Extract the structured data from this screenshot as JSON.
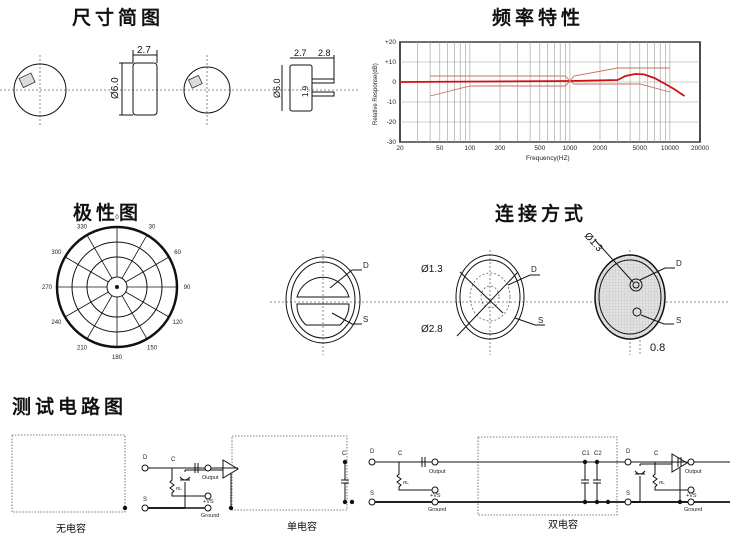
{
  "sections": {
    "dimensions_title": "尺寸简图",
    "frequency_title": "频率特性",
    "polar_title": "极性图",
    "connection_title": "连接方式",
    "test_circuit_title": "测试电路图"
  },
  "dimensions": {
    "thickness_1": "2.7",
    "diameter_1": "Ø6.0",
    "thickness_2": "2.7",
    "pin_length": "2.8",
    "diameter_2": "Ø6.0",
    "pin_spacing": "1.9"
  },
  "polar": {
    "angles": [
      "0",
      "30",
      "60",
      "90",
      "120",
      "150",
      "180",
      "210",
      "240",
      "270",
      "300",
      "330"
    ]
  },
  "connection": {
    "d_label": "D",
    "s_label": "S",
    "dia_small": "Ø1.3",
    "dia_large": "Ø2.8",
    "dia_pin": "Ø1.3",
    "pin_offset": "0.8"
  },
  "circuits": {
    "labels": {
      "d": "D",
      "s": "S",
      "c": "C",
      "r": "RL",
      "output": "Output",
      "vs": "+VS",
      "ground": "Ground",
      "c1": "C1",
      "c2": "C2"
    },
    "captions": [
      "无电容",
      "单电容",
      "双电容"
    ]
  },
  "chart_data": {
    "type": "line",
    "title": "频率特性",
    "xlabel": "Frequency(HZ)",
    "ylabel": "Relative Response(dB)",
    "xscale": "log",
    "xlim": [
      20,
      20000
    ],
    "ylim": [
      -30,
      20
    ],
    "xticks": [
      "20",
      "50",
      "100",
      "200",
      "500",
      "1000",
      "2000",
      "5000",
      "10000",
      "20000"
    ],
    "xtick_values": [
      20,
      50,
      100,
      200,
      500,
      1000,
      2000,
      5000,
      10000,
      20000
    ],
    "yticks": [
      "+20",
      "+10",
      "0",
      "-10",
      "-20",
      "-30"
    ],
    "ytick_values": [
      20,
      10,
      0,
      -10,
      -20,
      -30
    ],
    "grid": true,
    "series": [
      {
        "name": "response",
        "color": "#d01010",
        "points": [
          [
            20,
            0
          ],
          [
            1000,
            0.5
          ],
          [
            3000,
            1
          ],
          [
            3600,
            3
          ],
          [
            4500,
            4
          ],
          [
            5500,
            3.8
          ],
          [
            7000,
            2
          ],
          [
            9000,
            -1
          ],
          [
            11000,
            -3.5
          ],
          [
            14000,
            -7
          ]
        ]
      },
      {
        "name": "upper-limit",
        "color": "#c87060",
        "points": [
          [
            40,
            3
          ],
          [
            900,
            3
          ],
          [
            1000,
            0.5
          ],
          [
            1100,
            3
          ],
          [
            3000,
            7
          ],
          [
            10000,
            7
          ]
        ]
      },
      {
        "name": "lower-limit",
        "color": "#c87060",
        "points": [
          [
            40,
            -7
          ],
          [
            100,
            -2
          ],
          [
            900,
            -2
          ],
          [
            1000,
            0.5
          ],
          [
            1100,
            -1
          ],
          [
            5000,
            -1
          ],
          [
            10000,
            -5
          ]
        ]
      }
    ]
  }
}
